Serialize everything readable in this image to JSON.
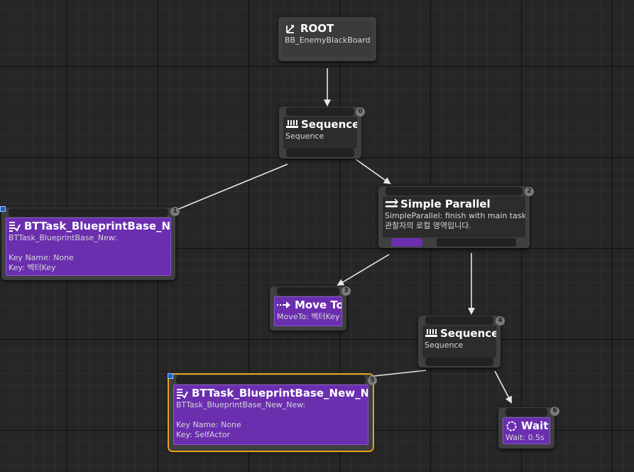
{
  "colors": {
    "task_purple": "#6a2eaf",
    "selection_outline": "#e6a11d",
    "composite_body": "#2c2c2c",
    "wire": "#e8e8e8"
  },
  "nodes": {
    "root": {
      "title": "ROOT",
      "sub": "BB_EnemyBlackBoard",
      "icon": "root-icon"
    },
    "seq0": {
      "title": "Sequence",
      "sub": "Sequence",
      "index": "0",
      "icon": "sequence-icon"
    },
    "task1": {
      "title": "BTTask_BlueprintBase_New",
      "sub": "BTTask_BlueprintBase_New:",
      "key_name": "Key Name: None",
      "key": "Key: 벡터Key",
      "index": "1",
      "icon": "task-icon"
    },
    "parallel2": {
      "title": "Simple Parallel",
      "sub": "SimpleParallel: finish with main task",
      "sub2": "관찰자의 로컬 영역입니다.",
      "index": "2",
      "icon": "parallel-icon"
    },
    "moveto3": {
      "title": "Move To",
      "sub": "MoveTo: 벡터Key",
      "index": "3",
      "icon": "move-to-icon"
    },
    "seq4": {
      "title": "Sequence",
      "sub": "Sequence",
      "index": "4",
      "icon": "sequence-icon"
    },
    "task5": {
      "title": "BTTask_BlueprintBase_New_New",
      "sub": "BTTask_BlueprintBase_New_New:",
      "key_name": "Key Name: None",
      "key": "Key: SelfActor",
      "index": "5",
      "icon": "task-icon"
    },
    "wait6": {
      "title": "Wait",
      "sub": "Wait: 0.5s",
      "index": "6",
      "icon": "wait-icon"
    }
  }
}
